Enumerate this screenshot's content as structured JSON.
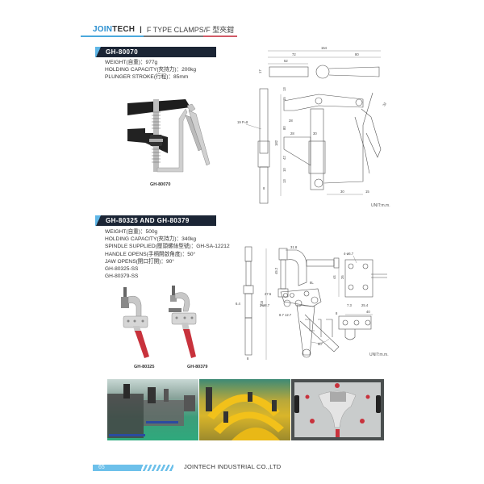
{
  "header": {
    "brand_part1": "JOIN",
    "brand_part2": "TECH",
    "separator": "|",
    "title": "F TYPE CLAMPS/F 型夾鉗"
  },
  "sections": [
    {
      "title": "GH-80070",
      "specs": [
        "WEIGHT(自重)：977g",
        "HOLDING CAPACITY(夾持力)：200kg",
        "PLUNGER STROKE(行程)：85mm"
      ],
      "photo_captions": [
        "GH-80070"
      ],
      "drawing": {
        "dims": [
          "154",
          "72",
          "80",
          "52",
          "17",
          "8",
          "15",
          "13",
          "28",
          "80",
          "182",
          "28",
          "30",
          "42",
          "10",
          "13",
          "30",
          "15",
          "32",
          "19 P=8",
          "8"
        ]
      },
      "unit": "UNIT:m.m."
    },
    {
      "title": "GH-80325 AND GH-80379",
      "specs": [
        "WEIGHT(自重)：500g",
        "HOLDING CAPACITY(夾持力)：340kg",
        "SPINDLE SUPPLIED(壓頭螺絲型號)：GH-SA-12212",
        "HANDLE OPENS(手柄開啟角度)：50°",
        "JAW OPENS(開口打開)：90°",
        "GH-80325-SS",
        "GH-80379-SS"
      ],
      "photo_captions": [
        "GH-80325",
        "GH-80379"
      ],
      "drawing": {
        "dims": [
          "31.8",
          "45.2",
          "27.5",
          "2-ø8.7",
          "8.7",
          "12.7",
          "6.4",
          "203",
          "90°",
          "4-ø6.7",
          "44",
          "26",
          "7.3",
          "25.4",
          "40",
          "8"
        ]
      },
      "unit": "UNIT:m.m."
    }
  ],
  "application_photos": [
    {
      "label": "welding-fixture-floor"
    },
    {
      "label": "yellow-fixture-assembly"
    },
    {
      "label": "inspection-fixture-plate"
    }
  ],
  "footer": {
    "page_number": "65",
    "company": "JOINTECH INDUSTRIAL CO.,LTD"
  },
  "colors": {
    "accent_blue": "#4aa8dc",
    "bar_dark": "#1b2535",
    "accent_red": "#d05a66",
    "handle_red": "#c8323c"
  }
}
